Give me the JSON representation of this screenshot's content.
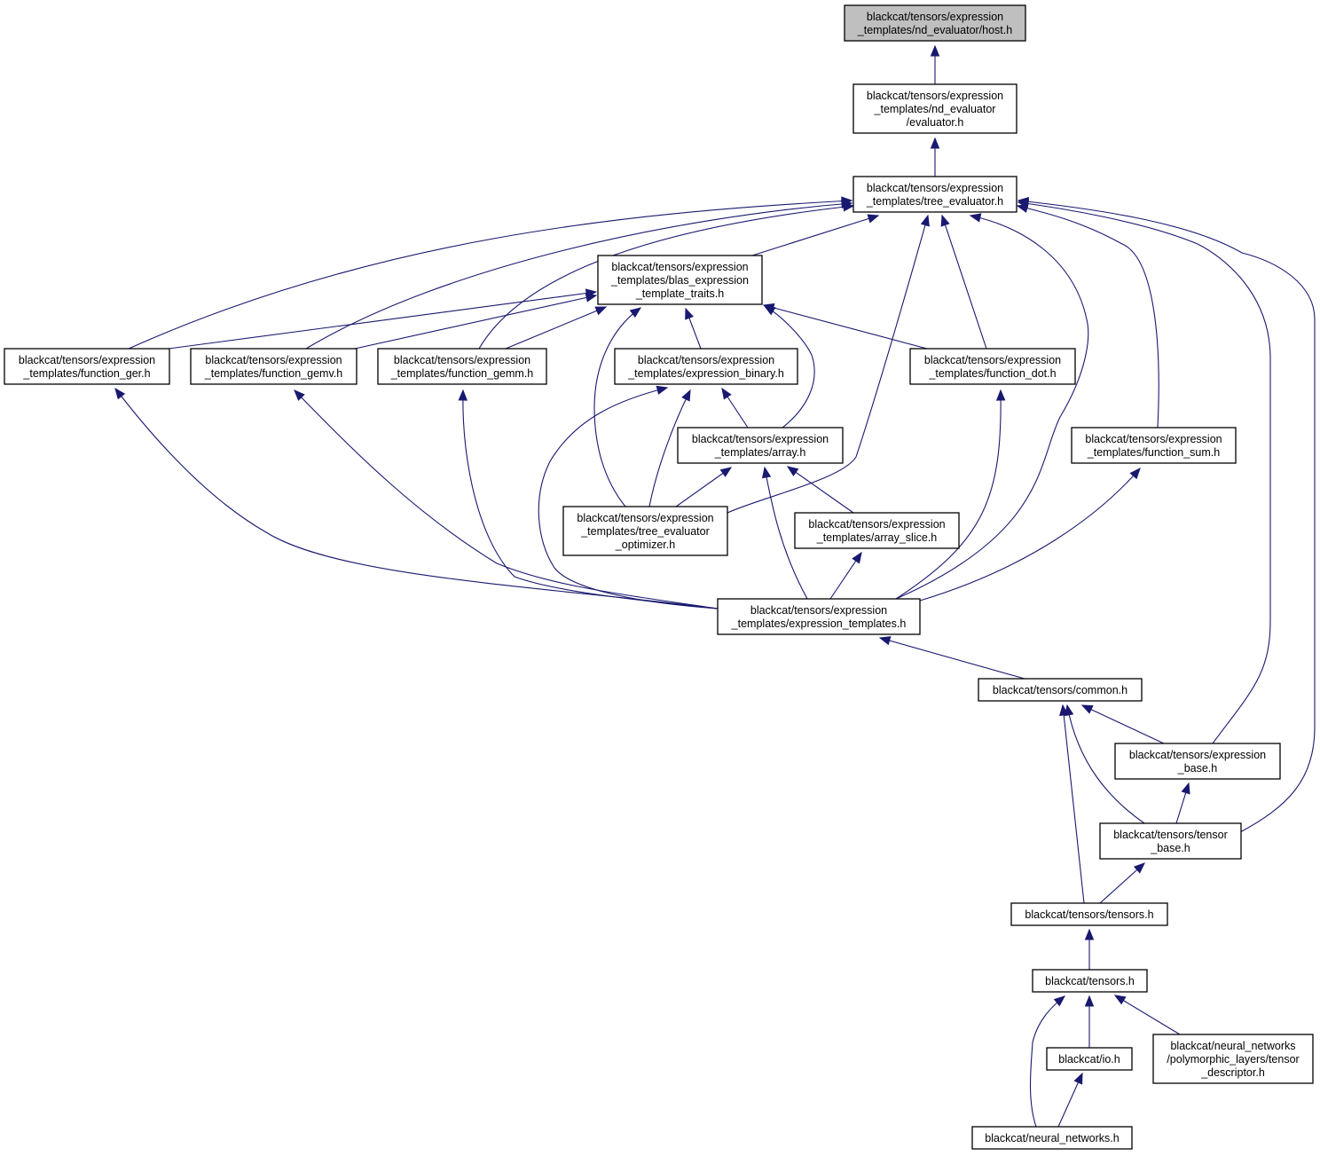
{
  "graph": {
    "edge_color": "#191970",
    "root_fill": "#bfbfbf",
    "nodes": {
      "host": {
        "lines": [
          "blackcat/tensors/expression",
          "_templates/nd_evaluator/host.h"
        ],
        "highlighted": true
      },
      "evaluator": {
        "lines": [
          "blackcat/tensors/expression",
          "_templates/nd_evaluator",
          "/evaluator.h"
        ]
      },
      "tree_evaluator": {
        "lines": [
          "blackcat/tensors/expression",
          "_templates/tree_evaluator.h"
        ]
      },
      "blas_traits": {
        "lines": [
          "blackcat/tensors/expression",
          "_templates/blas_expression",
          "_template_traits.h"
        ]
      },
      "function_ger": {
        "lines": [
          "blackcat/tensors/expression",
          "_templates/function_ger.h"
        ]
      },
      "function_gemv": {
        "lines": [
          "blackcat/tensors/expression",
          "_templates/function_gemv.h"
        ]
      },
      "function_gemm": {
        "lines": [
          "blackcat/tensors/expression",
          "_templates/function_gemm.h"
        ]
      },
      "expression_binary": {
        "lines": [
          "blackcat/tensors/expression",
          "_templates/expression_binary.h"
        ]
      },
      "function_dot": {
        "lines": [
          "blackcat/tensors/expression",
          "_templates/function_dot.h"
        ]
      },
      "array": {
        "lines": [
          "blackcat/tensors/expression",
          "_templates/array.h"
        ]
      },
      "function_sum": {
        "lines": [
          "blackcat/tensors/expression",
          "_templates/function_sum.h"
        ]
      },
      "optimizer": {
        "lines": [
          "blackcat/tensors/expression",
          "_templates/tree_evaluator",
          "_optimizer.h"
        ]
      },
      "array_slice": {
        "lines": [
          "blackcat/tensors/expression",
          "_templates/array_slice.h"
        ]
      },
      "expression_templates": {
        "lines": [
          "blackcat/tensors/expression",
          "_templates/expression_templates.h"
        ]
      },
      "common": {
        "lines": [
          "blackcat/tensors/common.h"
        ]
      },
      "expression_base": {
        "lines": [
          "blackcat/tensors/expression",
          "_base.h"
        ]
      },
      "tensor_base": {
        "lines": [
          "blackcat/tensors/tensor",
          "_base.h"
        ]
      },
      "tensors_dir": {
        "lines": [
          "blackcat/tensors/tensors.h"
        ]
      },
      "tensors": {
        "lines": [
          "blackcat/tensors.h"
        ]
      },
      "io": {
        "lines": [
          "blackcat/io.h"
        ]
      },
      "tensor_descriptor": {
        "lines": [
          "blackcat/neural_networks",
          "/polymorphic_layers/tensor",
          "_descriptor.h"
        ]
      },
      "neural_networks": {
        "lines": [
          "blackcat/neural_networks.h"
        ]
      }
    },
    "edges": [
      [
        "evaluator",
        "host"
      ],
      [
        "tree_evaluator",
        "evaluator"
      ],
      [
        "blas_traits",
        "tree_evaluator"
      ],
      [
        "function_ger",
        "tree_evaluator"
      ],
      [
        "function_gemv",
        "tree_evaluator"
      ],
      [
        "function_gemm",
        "tree_evaluator"
      ],
      [
        "function_dot",
        "tree_evaluator"
      ],
      [
        "optimizer",
        "tree_evaluator"
      ],
      [
        "function_sum",
        "tree_evaluator"
      ],
      [
        "expression_templates",
        "tree_evaluator"
      ],
      [
        "expression_base",
        "tree_evaluator"
      ],
      [
        "tensor_base",
        "tree_evaluator"
      ],
      [
        "function_ger",
        "blas_traits"
      ],
      [
        "function_gemv",
        "blas_traits"
      ],
      [
        "function_gemm",
        "blas_traits"
      ],
      [
        "expression_binary",
        "blas_traits"
      ],
      [
        "array",
        "blas_traits"
      ],
      [
        "optimizer",
        "blas_traits"
      ],
      [
        "function_dot",
        "blas_traits"
      ],
      [
        "expression_templates",
        "function_ger"
      ],
      [
        "expression_templates",
        "function_gemv"
      ],
      [
        "expression_templates",
        "function_gemm"
      ],
      [
        "array",
        "expression_binary"
      ],
      [
        "optimizer",
        "expression_binary"
      ],
      [
        "expression_templates",
        "expression_binary"
      ],
      [
        "optimizer",
        "array"
      ],
      [
        "array_slice",
        "array"
      ],
      [
        "expression_templates",
        "array"
      ],
      [
        "expression_templates",
        "array_slice"
      ],
      [
        "expression_templates",
        "function_dot"
      ],
      [
        "expression_templates",
        "function_sum"
      ],
      [
        "common",
        "expression_templates"
      ],
      [
        "expression_base",
        "common"
      ],
      [
        "tensor_base",
        "common"
      ],
      [
        "tensors_dir",
        "common"
      ],
      [
        "tensor_base",
        "expression_base"
      ],
      [
        "tensors_dir",
        "tensor_base"
      ],
      [
        "tensors",
        "tensors_dir"
      ],
      [
        "io",
        "tensors"
      ],
      [
        "tensor_descriptor",
        "tensors"
      ],
      [
        "neural_networks",
        "tensors"
      ],
      [
        "neural_networks",
        "io"
      ]
    ]
  }
}
